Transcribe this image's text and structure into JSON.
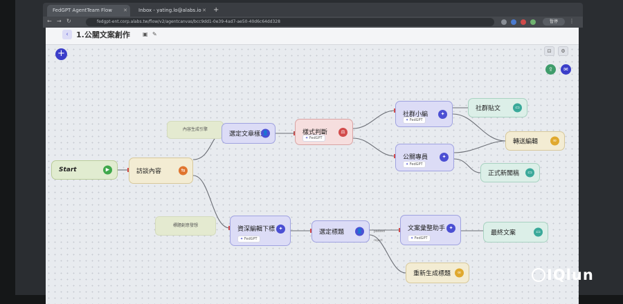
{
  "browser": {
    "tabs": [
      {
        "label": "FedGPT AgentTeam Flow",
        "active": true
      },
      {
        "label": "Inbox - yating.lo@alabs.io",
        "active": false
      }
    ],
    "url": "fedgpt-ent.corp.alabs.tw/flow/v2/agentcanvas/bcc9dd1-0e39-4ad7-ae50-40d6c64dd328",
    "profile_label": "暫停"
  },
  "page": {
    "title": "1.公關文案創作"
  },
  "flow": {
    "nodes": {
      "start": "Start",
      "interview": "訪談內容",
      "select_article": "選定文章樣式",
      "style_judge": "樣式判斷",
      "social_editor": "社群小編",
      "pr_specialist": "公關專員",
      "social_post": "社群貼文",
      "transfer_edit": "轉送編輯",
      "formal_news": "正式新聞稿",
      "senior_editor": "資深編輯下標",
      "select_title": "選定標題",
      "copy_assistant": "文案彙整助手",
      "final_copy": "最終文案",
      "regen_title": "重新生成標題"
    },
    "notes": {
      "content_guide": "內容生成引擎",
      "title_brainstorm": "標題創意發想"
    },
    "fedgpt_tag": "FedGPT",
    "edge_labels": {
      "passed": "passed",
      "reject": "reject"
    }
  },
  "watermark": "IQlun",
  "colors": {
    "accent": "#3b3ec9",
    "llm_node": "#dcdcf6",
    "judge_node": "#f6dede",
    "start_node": "#e1ecd0",
    "output_node": "#dcefe8",
    "action_node": "#f3ecd3"
  }
}
